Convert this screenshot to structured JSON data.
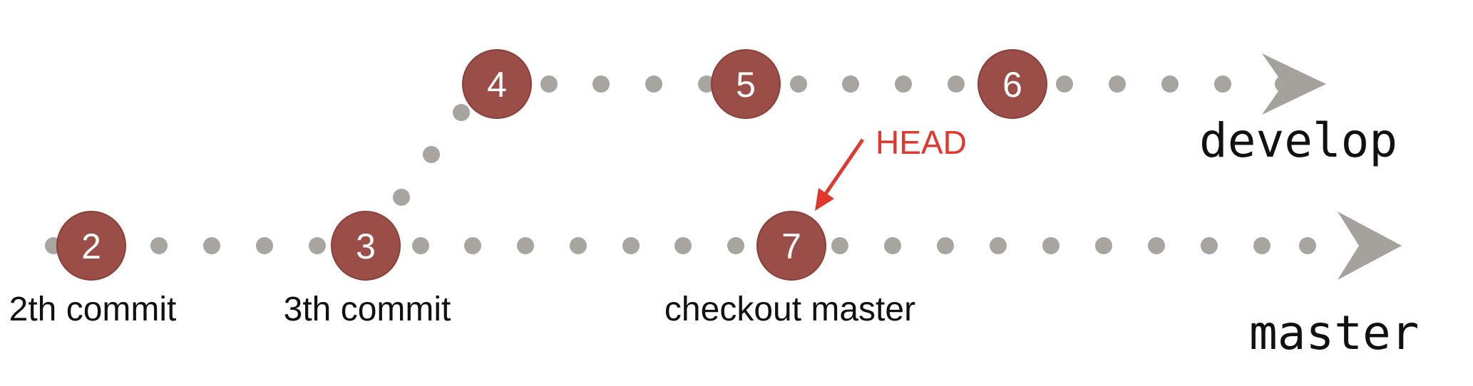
{
  "colors": {
    "node_fill": "#9a4e47",
    "node_stroke": "#8a3f39",
    "dot": "#a8a49f",
    "arrow": "#a5a19c",
    "head": "#e0382f",
    "text": "#111111"
  },
  "branches": {
    "develop": {
      "label": "develop"
    },
    "master": {
      "label": "master"
    }
  },
  "commits": [
    {
      "id": "2",
      "number": "2",
      "branch": "master",
      "label": "2th commit"
    },
    {
      "id": "3",
      "number": "3",
      "branch": "master",
      "label": "3th commit"
    },
    {
      "id": "4",
      "number": "4",
      "branch": "develop",
      "label": ""
    },
    {
      "id": "5",
      "number": "5",
      "branch": "develop",
      "label": ""
    },
    {
      "id": "6",
      "number": "6",
      "branch": "develop",
      "label": ""
    },
    {
      "id": "7",
      "number": "7",
      "branch": "master",
      "label": "checkout master"
    }
  ],
  "head": {
    "label": "HEAD",
    "points_to": "7"
  }
}
